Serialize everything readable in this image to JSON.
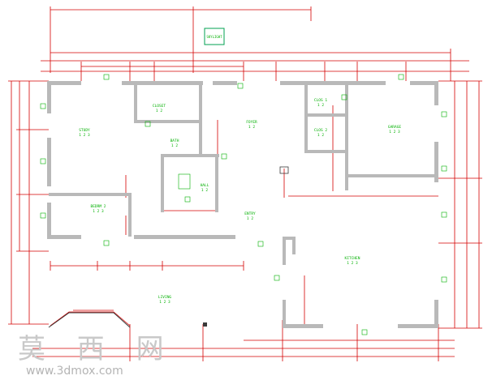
{
  "drawing": {
    "colors": {
      "dimension": "#d40000",
      "label": "#00b000",
      "wall": "#b9b9b9",
      "background": "#ffffff"
    },
    "rooms": [
      {
        "id": "r1",
        "name": "STUDY",
        "sub": "1 2 3"
      },
      {
        "id": "r2",
        "name": "CLOSET",
        "sub": "1 2"
      },
      {
        "id": "r3",
        "name": "BATH",
        "sub": "1 2"
      },
      {
        "id": "r4",
        "name": "FOYER",
        "sub": "1 2"
      },
      {
        "id": "r5",
        "name": "CLOS 1",
        "sub": "1 2"
      },
      {
        "id": "r6",
        "name": "CLOS 2",
        "sub": "1 2"
      },
      {
        "id": "r7",
        "name": "GARAGE",
        "sub": "1 2 3"
      },
      {
        "id": "r8",
        "name": "BEDRM 2",
        "sub": "1 2 3"
      },
      {
        "id": "r9",
        "name": "HALL",
        "sub": "1 2"
      },
      {
        "id": "r10",
        "name": "ENTRY",
        "sub": "1 2"
      },
      {
        "id": "r11",
        "name": "LIVING",
        "sub": "1 2 3"
      },
      {
        "id": "r12",
        "name": "KITCHEN",
        "sub": "1 2 3"
      },
      {
        "id": "r13",
        "name": "SKYLIGHT",
        "sub": ""
      }
    ]
  },
  "watermark": {
    "brand": "莫 西 网",
    "url": "www.3dmox.com"
  }
}
